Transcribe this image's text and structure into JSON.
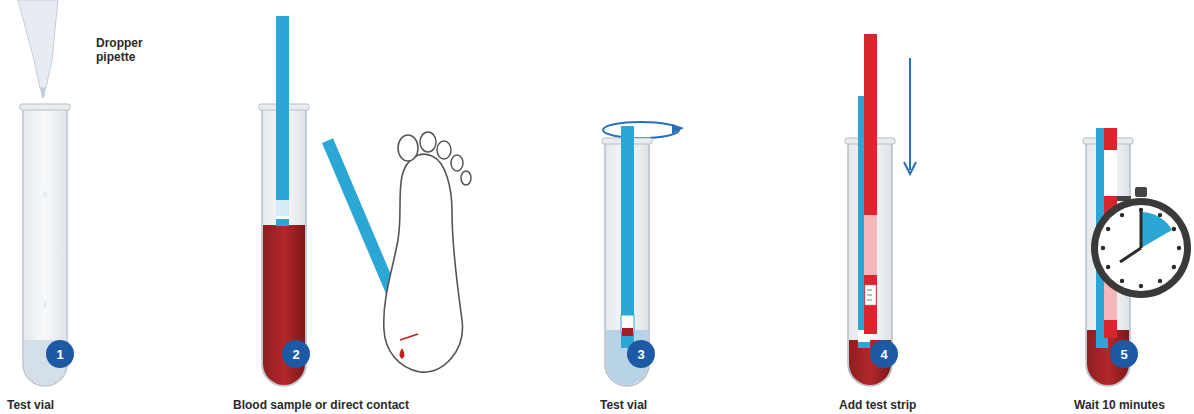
{
  "diagram": {
    "nodes": [
      {
        "text": [
          "1"
        ]
      },
      {
        "text": [
          "2"
        ]
      },
      {
        "text": [
          "3"
        ]
      },
      {
        "text": [
          "4"
        ]
      },
      {
        "text": [
          "5"
        ]
      }
    ],
    "labels": [
      "Dropper pipette",
      "Test vial",
      "Blood sample or direct contact",
      "Test vial",
      "Add test strip",
      "Wait 10 minutes"
    ]
  }
}
